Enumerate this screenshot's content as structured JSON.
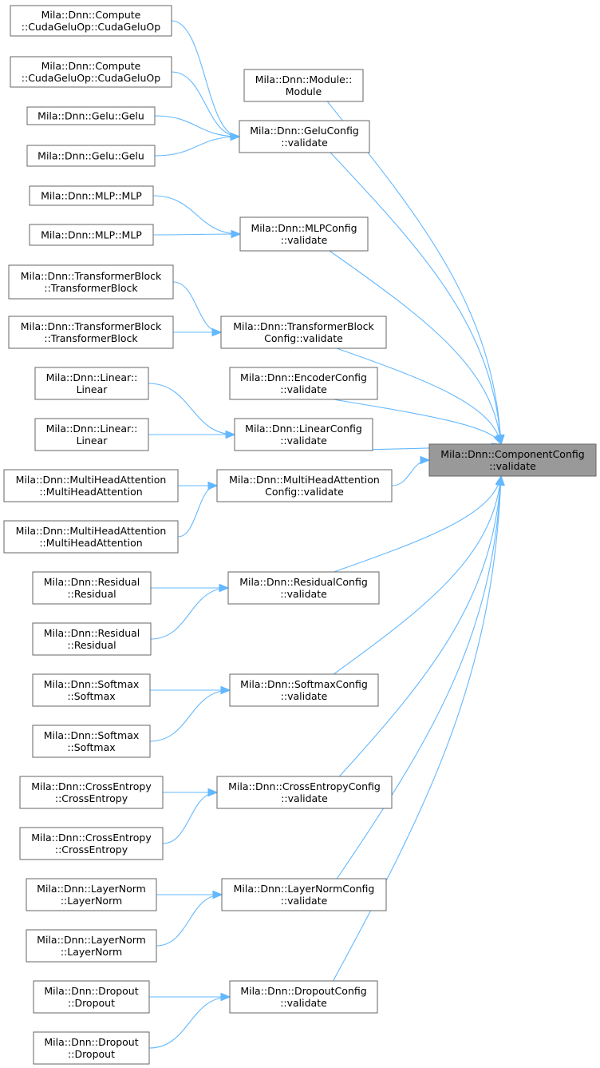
{
  "diagram": {
    "colors": {
      "edge": "#63b8ff",
      "node_border": "#666666",
      "focus_fill": "#999999",
      "node_fill": "#ffffff"
    },
    "nodes": [
      {
        "id": "componentconfig",
        "lines": [
          "Mila::Dnn::ComponentConfig",
          "::validate"
        ],
        "focus": true
      },
      {
        "id": "cudagelu1",
        "lines": [
          "Mila::Dnn::Compute",
          "::CudaGeluOp::CudaGeluOp"
        ]
      },
      {
        "id": "cudagelu2",
        "lines": [
          "Mila::Dnn::Compute",
          "::CudaGeluOp::CudaGeluOp"
        ]
      },
      {
        "id": "gelu1",
        "lines": [
          "Mila::Dnn::Gelu::Gelu"
        ]
      },
      {
        "id": "gelu2",
        "lines": [
          "Mila::Dnn::Gelu::Gelu"
        ]
      },
      {
        "id": "module",
        "lines": [
          "Mila::Dnn::Module::",
          "Module"
        ]
      },
      {
        "id": "geluconfig",
        "lines": [
          "Mila::Dnn::GeluConfig",
          "::validate"
        ]
      },
      {
        "id": "mlp1",
        "lines": [
          "Mila::Dnn::MLP::MLP"
        ]
      },
      {
        "id": "mlp2",
        "lines": [
          "Mila::Dnn::MLP::MLP"
        ]
      },
      {
        "id": "mlpconfig",
        "lines": [
          "Mila::Dnn::MLPConfig",
          "::validate"
        ]
      },
      {
        "id": "tb1",
        "lines": [
          "Mila::Dnn::TransformerBlock",
          "::TransformerBlock"
        ]
      },
      {
        "id": "tb2",
        "lines": [
          "Mila::Dnn::TransformerBlock",
          "::TransformerBlock"
        ]
      },
      {
        "id": "tbconfig",
        "lines": [
          "Mila::Dnn::TransformerBlock",
          "Config::validate"
        ]
      },
      {
        "id": "encoderconfig",
        "lines": [
          "Mila::Dnn::EncoderConfig",
          "::validate"
        ]
      },
      {
        "id": "linear1",
        "lines": [
          "Mila::Dnn::Linear::",
          "Linear"
        ]
      },
      {
        "id": "linear2",
        "lines": [
          "Mila::Dnn::Linear::",
          "Linear"
        ]
      },
      {
        "id": "linearconfig",
        "lines": [
          "Mila::Dnn::LinearConfig",
          "::validate"
        ]
      },
      {
        "id": "mha1",
        "lines": [
          "Mila::Dnn::MultiHeadAttention",
          "::MultiHeadAttention"
        ]
      },
      {
        "id": "mha2",
        "lines": [
          "Mila::Dnn::MultiHeadAttention",
          "::MultiHeadAttention"
        ]
      },
      {
        "id": "mhaconfig",
        "lines": [
          "Mila::Dnn::MultiHeadAttention",
          "Config::validate"
        ]
      },
      {
        "id": "res1",
        "lines": [
          "Mila::Dnn::Residual",
          "::Residual"
        ]
      },
      {
        "id": "res2",
        "lines": [
          "Mila::Dnn::Residual",
          "::Residual"
        ]
      },
      {
        "id": "resconfig",
        "lines": [
          "Mila::Dnn::ResidualConfig",
          "::validate"
        ]
      },
      {
        "id": "sm1",
        "lines": [
          "Mila::Dnn::Softmax",
          "::Softmax"
        ]
      },
      {
        "id": "sm2",
        "lines": [
          "Mila::Dnn::Softmax",
          "::Softmax"
        ]
      },
      {
        "id": "smconfig",
        "lines": [
          "Mila::Dnn::SoftmaxConfig",
          "::validate"
        ]
      },
      {
        "id": "ce1",
        "lines": [
          "Mila::Dnn::CrossEntropy",
          "::CrossEntropy"
        ]
      },
      {
        "id": "ce2",
        "lines": [
          "Mila::Dnn::CrossEntropy",
          "::CrossEntropy"
        ]
      },
      {
        "id": "ceconfig",
        "lines": [
          "Mila::Dnn::CrossEntropyConfig",
          "::validate"
        ]
      },
      {
        "id": "ln1",
        "lines": [
          "Mila::Dnn::LayerNorm",
          "::LayerNorm"
        ]
      },
      {
        "id": "ln2",
        "lines": [
          "Mila::Dnn::LayerNorm",
          "::LayerNorm"
        ]
      },
      {
        "id": "lnconfig",
        "lines": [
          "Mila::Dnn::LayerNormConfig",
          "::validate"
        ]
      },
      {
        "id": "do1",
        "lines": [
          "Mila::Dnn::Dropout",
          "::Dropout"
        ]
      },
      {
        "id": "do2",
        "lines": [
          "Mila::Dnn::Dropout",
          "::Dropout"
        ]
      },
      {
        "id": "doconfig",
        "lines": [
          "Mila::Dnn::DropoutConfig",
          "::validate"
        ]
      }
    ],
    "edges": [
      [
        "cudagelu1",
        "geluconfig"
      ],
      [
        "cudagelu2",
        "geluconfig"
      ],
      [
        "gelu1",
        "geluconfig"
      ],
      [
        "gelu2",
        "geluconfig"
      ],
      [
        "mlp1",
        "mlpconfig"
      ],
      [
        "mlp2",
        "mlpconfig"
      ],
      [
        "tb1",
        "tbconfig"
      ],
      [
        "tb2",
        "tbconfig"
      ],
      [
        "linear1",
        "linearconfig"
      ],
      [
        "linear2",
        "linearconfig"
      ],
      [
        "mha1",
        "mhaconfig"
      ],
      [
        "mha2",
        "mhaconfig"
      ],
      [
        "res1",
        "resconfig"
      ],
      [
        "res2",
        "resconfig"
      ],
      [
        "sm1",
        "smconfig"
      ],
      [
        "sm2",
        "smconfig"
      ],
      [
        "ce1",
        "ceconfig"
      ],
      [
        "ce2",
        "ceconfig"
      ],
      [
        "ln1",
        "lnconfig"
      ],
      [
        "ln2",
        "lnconfig"
      ],
      [
        "do1",
        "doconfig"
      ],
      [
        "do2",
        "doconfig"
      ],
      [
        "module",
        "componentconfig"
      ],
      [
        "geluconfig",
        "componentconfig"
      ],
      [
        "mlpconfig",
        "componentconfig"
      ],
      [
        "tbconfig",
        "componentconfig"
      ],
      [
        "encoderconfig",
        "componentconfig"
      ],
      [
        "linearconfig",
        "componentconfig"
      ],
      [
        "mhaconfig",
        "componentconfig"
      ],
      [
        "resconfig",
        "componentconfig"
      ],
      [
        "smconfig",
        "componentconfig"
      ],
      [
        "ceconfig",
        "componentconfig"
      ],
      [
        "lnconfig",
        "componentconfig"
      ],
      [
        "doconfig",
        "componentconfig"
      ]
    ]
  }
}
